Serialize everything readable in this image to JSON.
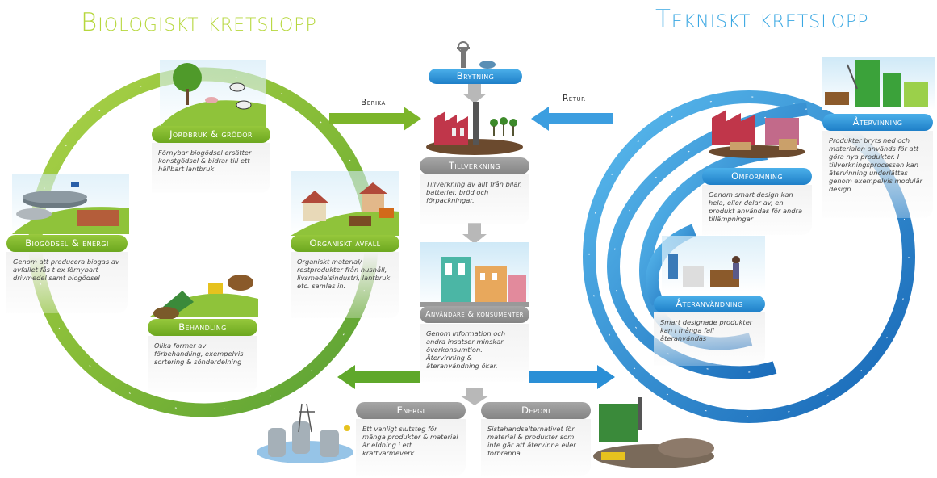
{
  "titles": {
    "bio": "Biologiskt kretslopp",
    "tek": "Tekniskt kretslopp"
  },
  "bio": {
    "jordbruk": {
      "label": "Jordbruk & grödor",
      "text": "Förnybar biogödsel ersätter konstgödsel & bidrar till ett hållbart lantbruk"
    },
    "biogodsel": {
      "label": "Biogödsel & energi",
      "text": "Genom att producera biogas av avfallet fås t ex förnybart drivmedel samt biogödsel"
    },
    "organiskt": {
      "label": "Organiskt avfall",
      "text": "Organiskt material/ restprodukter från hushåll, livsmedelsindustri, lantbruk etc. samlas in."
    },
    "behandling": {
      "label": "Behandling",
      "text": "Olika former av förbehandling, exempelvis sortering & sönderdelning"
    }
  },
  "center": {
    "brytning": {
      "label": "Brytning"
    },
    "berika": "Berika",
    "retur": "Retur",
    "tillverkning": {
      "label": "Tillverkning",
      "text": "Tillverkning av allt från bilar, batterier, bröd och förpackningar."
    },
    "anvandare": {
      "label": "Användare & konsumenter",
      "text": "Genom information och andra insatser minskar överkonsumtion. Återvinning & återanvändning ökar."
    },
    "energi": {
      "label": "Energi",
      "text": "Ett vanligt slutsteg för många produkter & material är eldning i ett kraftvärmeverk"
    },
    "deponi": {
      "label": "Deponi",
      "text": "Sistahandsalternativet för material & produkter som inte går att återvinna eller förbränna"
    }
  },
  "tek": {
    "atervinning": {
      "label": "Återvinning",
      "text": "Produkter bryts ned och materialen används för att göra nya produkter. I tillverkningsprocessen kan återvinning underlättas genom exempelvis modulär design."
    },
    "omformning": {
      "label": "Omformning",
      "text": "Genom smart design kan hela, eller delar av, en produkt användas för andra tillämpningar"
    },
    "ateranvandning": {
      "label": "Återanvändning",
      "text": "Smart designade produkter kan i många fall återanvändas"
    }
  },
  "colors": {
    "green": "#7cb52a",
    "light_green": "#b6d73c",
    "blue": "#2a8fd6",
    "gray": "#8c8c8c"
  }
}
